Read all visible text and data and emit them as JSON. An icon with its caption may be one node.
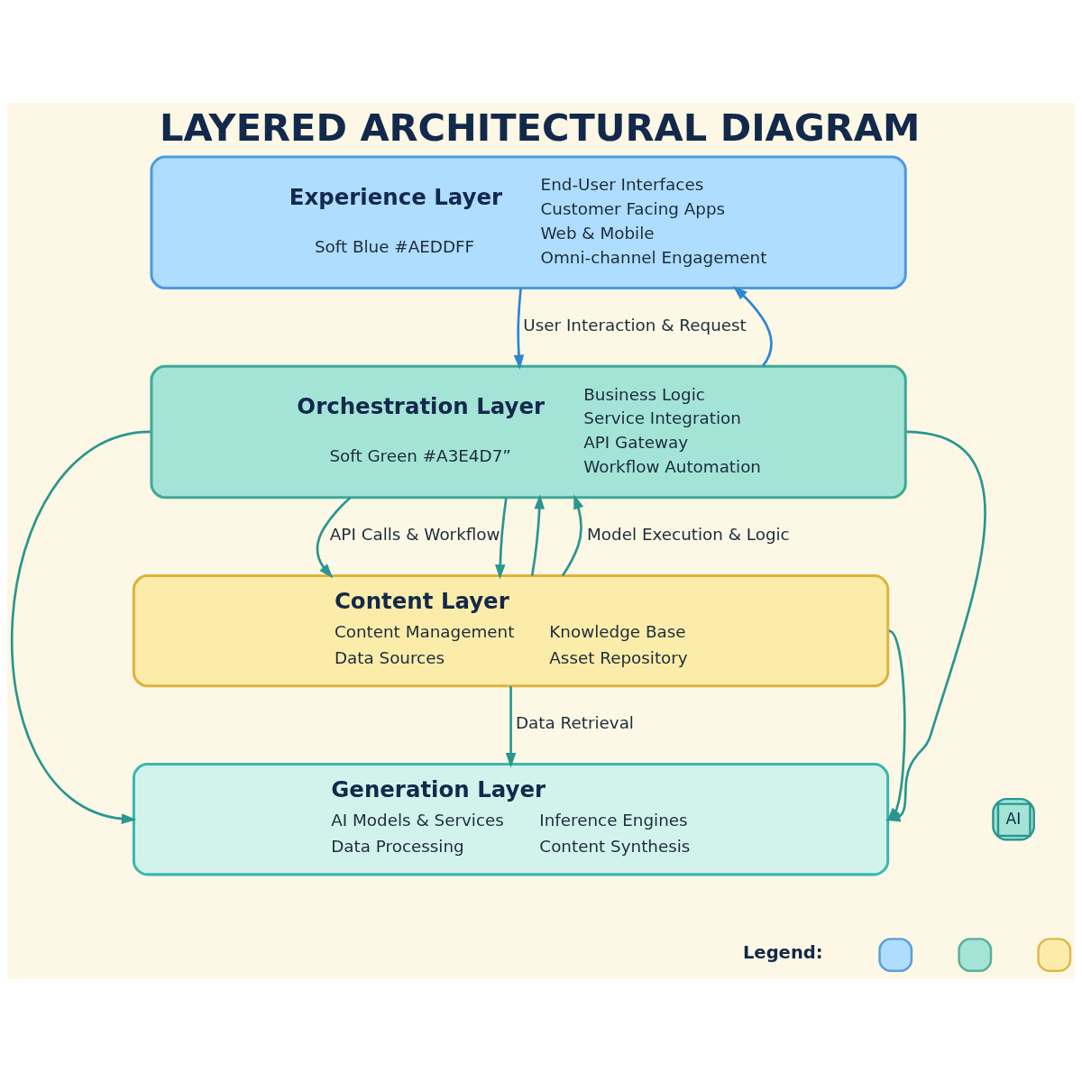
{
  "diagram": {
    "title": "LAYERED ARCHITECTURAL DIAGRAM",
    "nodes": [
      {
        "text": [
          "Experience Layer",
          "Soft Blue #AEDDFF",
          "End-User Interfaces",
          "Customer Facing Apps",
          "Web & Mobile",
          "Omni-channel Engagement"
        ]
      },
      {
        "text": [
          "Orchestration Layer",
          "Soft Green #A3E4D7”",
          "Business Logic",
          "Service Integration",
          "API Gateway",
          "Workflow Automation"
        ]
      },
      {
        "text": [
          "Content Layer",
          "Content Management",
          "Knowledge Base",
          "Data Sources",
          "Asset Repository"
        ]
      },
      {
        "text": [
          "Generation Layer",
          "AI Models & Services",
          "Inference Engines",
          "Data Processing",
          "Content Synthesis"
        ]
      },
      {
        "text": [],
        "shape": "box"
      },
      {
        "text": [],
        "shape": "box"
      },
      {
        "text": [],
        "shape": "box"
      }
    ],
    "edges": [
      {
        "from": 1,
        "to": 0,
        "arrow": "to",
        "color": "#2f86d1"
      },
      {
        "from": 0,
        "to": 1,
        "arrow": "to",
        "label": "User Interaction & Request",
        "color": "#2f86d1"
      },
      {
        "from": 2,
        "to": 1,
        "arrow": "to"
      },
      {
        "from": 1,
        "to": 2,
        "arrow": "to",
        "label": "API Calls & Workflow"
      },
      {
        "from": 1,
        "to": 2,
        "arrow": "to"
      },
      {
        "from": 2,
        "to": 1,
        "arrow": "to",
        "label": "Model Execution & Logic"
      },
      {
        "from": 2,
        "to": 3,
        "arrow": "to",
        "label": "Data Retrieval"
      },
      {
        "from": 1,
        "to": 3,
        "arrow": "to"
      },
      {
        "from": 1,
        "to": 3,
        "arrow": "to"
      },
      {
        "from": 2,
        "to": 3,
        "arrow": "to"
      }
    ],
    "labels": [
      "AI",
      "Legend:"
    ]
  }
}
